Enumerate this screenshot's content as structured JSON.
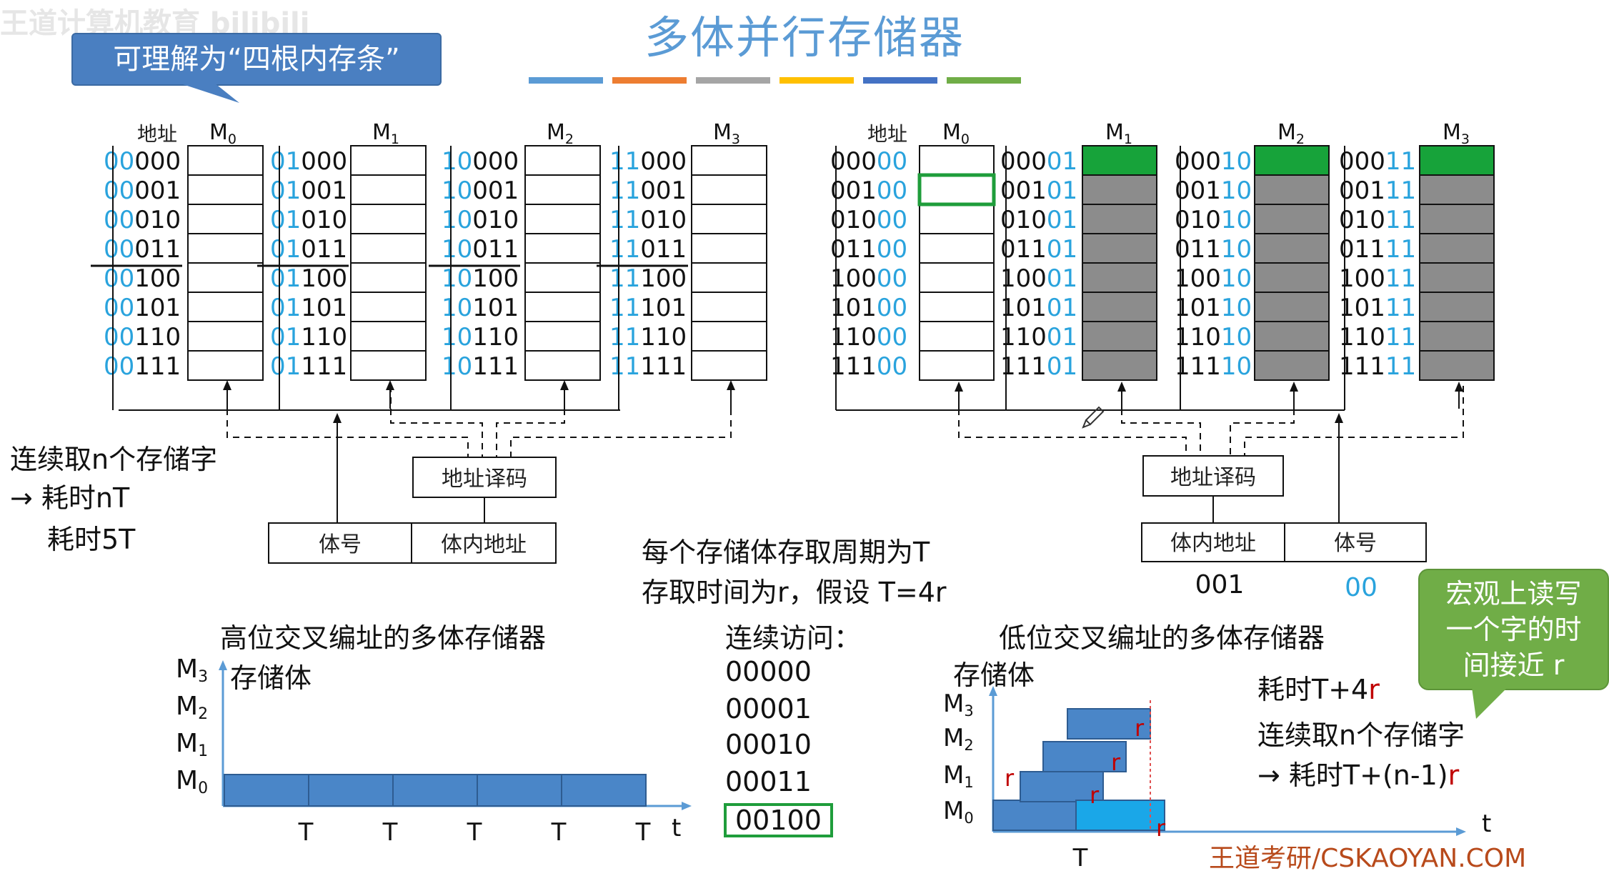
{
  "slide": {
    "title": "多体并行存储器",
    "watermark": "王道计算机教育 bilibili",
    "callout_left": "可理解为“四根内存条”",
    "callout_right": [
      "宏观上读写",
      "一个字的时",
      "间接近 r"
    ],
    "footer": "王道考研/CSKAOYAN.COM",
    "color_bar": [
      "#5b9bd5",
      "#ed7d31",
      "#a5a5a5",
      "#ffc000",
      "#4472c4",
      "#70ad47"
    ]
  },
  "high_interleave": {
    "addr_header": "地址",
    "modules": [
      "M0",
      "M1",
      "M2",
      "M3"
    ],
    "module_labels": [
      {
        "base": "M",
        "sub": "0"
      },
      {
        "base": "M",
        "sub": "1"
      },
      {
        "base": "M",
        "sub": "2"
      },
      {
        "base": "M",
        "sub": "3"
      }
    ],
    "addresses": [
      [
        [
          "00",
          "000"
        ],
        [
          "00",
          "001"
        ],
        [
          "00",
          "010"
        ],
        [
          "00",
          "011"
        ],
        [
          "00",
          "100"
        ],
        [
          "00",
          "101"
        ],
        [
          "00",
          "110"
        ],
        [
          "00",
          "111"
        ]
      ],
      [
        [
          "01",
          "000"
        ],
        [
          "01",
          "001"
        ],
        [
          "01",
          "010"
        ],
        [
          "01",
          "011"
        ],
        [
          "01",
          "100"
        ],
        [
          "01",
          "101"
        ],
        [
          "01",
          "110"
        ],
        [
          "01",
          "111"
        ]
      ],
      [
        [
          "10",
          "000"
        ],
        [
          "10",
          "001"
        ],
        [
          "10",
          "010"
        ],
        [
          "10",
          "011"
        ],
        [
          "10",
          "100"
        ],
        [
          "10",
          "101"
        ],
        [
          "10",
          "110"
        ],
        [
          "10",
          "111"
        ]
      ],
      [
        [
          "11",
          "000"
        ],
        [
          "11",
          "001"
        ],
        [
          "11",
          "010"
        ],
        [
          "11",
          "011"
        ],
        [
          "11",
          "100"
        ],
        [
          "11",
          "101"
        ],
        [
          "11",
          "110"
        ],
        [
          "11",
          "111"
        ]
      ]
    ],
    "decoder": "地址译码",
    "field_bank": "体号",
    "field_offset": "体内地址",
    "note_lines": [
      "连续取n个存储字",
      "→ 耗时nT",
      "耗时5T"
    ]
  },
  "low_interleave": {
    "addr_header": "地址",
    "module_labels": [
      {
        "base": "M",
        "sub": "0"
      },
      {
        "base": "M",
        "sub": "1"
      },
      {
        "base": "M",
        "sub": "2"
      },
      {
        "base": "M",
        "sub": "3"
      }
    ],
    "addresses": [
      [
        [
          "000",
          "00"
        ],
        [
          "001",
          "00"
        ],
        [
          "010",
          "00"
        ],
        [
          "011",
          "00"
        ],
        [
          "100",
          "00"
        ],
        [
          "101",
          "00"
        ],
        [
          "110",
          "00"
        ],
        [
          "111",
          "00"
        ]
      ],
      [
        [
          "000",
          "01"
        ],
        [
          "001",
          "01"
        ],
        [
          "010",
          "01"
        ],
        [
          "011",
          "01"
        ],
        [
          "100",
          "01"
        ],
        [
          "101",
          "01"
        ],
        [
          "110",
          "01"
        ],
        [
          "111",
          "01"
        ]
      ],
      [
        [
          "000",
          "10"
        ],
        [
          "001",
          "10"
        ],
        [
          "010",
          "10"
        ],
        [
          "011",
          "10"
        ],
        [
          "100",
          "10"
        ],
        [
          "101",
          "10"
        ],
        [
          "110",
          "10"
        ],
        [
          "111",
          "10"
        ]
      ],
      [
        [
          "000",
          "11"
        ],
        [
          "001",
          "11"
        ],
        [
          "010",
          "11"
        ],
        [
          "011",
          "11"
        ],
        [
          "100",
          "11"
        ],
        [
          "101",
          "11"
        ],
        [
          "110",
          "11"
        ],
        [
          "111",
          "11"
        ]
      ]
    ],
    "decoder": "地址译码",
    "field_offset": "体内地址",
    "field_bank": "体号",
    "offset_value": "001",
    "bank_value": "00"
  },
  "middle": {
    "cycle_note": "每个存储体存取周期为T",
    "access_note": "存取时间为r，假设 T=4r",
    "sequential_label": "连续访问：",
    "sequence": [
      "00000",
      "00001",
      "00010",
      "00011",
      "00100"
    ]
  },
  "high_timing": {
    "title": "高位交叉编址的多体存储器",
    "ylabel": "存储体",
    "rows": [
      "M3",
      "M2",
      "M1",
      "M0"
    ],
    "row_labels": [
      {
        "base": "M",
        "sub": "3"
      },
      {
        "base": "M",
        "sub": "2"
      },
      {
        "base": "M",
        "sub": "1"
      },
      {
        "base": "M",
        "sub": "0"
      }
    ],
    "tick_label": "T",
    "ticks": [
      "T",
      "T",
      "T",
      "T",
      "T"
    ],
    "xlabel": "t"
  },
  "low_timing": {
    "title": "低位交叉编址的多体存储器",
    "ylabel": "存储体",
    "row_labels": [
      {
        "base": "M",
        "sub": "3"
      },
      {
        "base": "M",
        "sub": "2"
      },
      {
        "base": "M",
        "sub": "1"
      },
      {
        "base": "M",
        "sub": "0"
      }
    ],
    "r_label": "r",
    "tick_label": "T",
    "xlabel": "t",
    "time_note": {
      "prefix": "耗时T+4",
      "r": "r"
    },
    "n_words_note": "连续取n个存储字",
    "formula": {
      "prefix": "→ 耗时T+(n-1)",
      "r": "r"
    }
  }
}
